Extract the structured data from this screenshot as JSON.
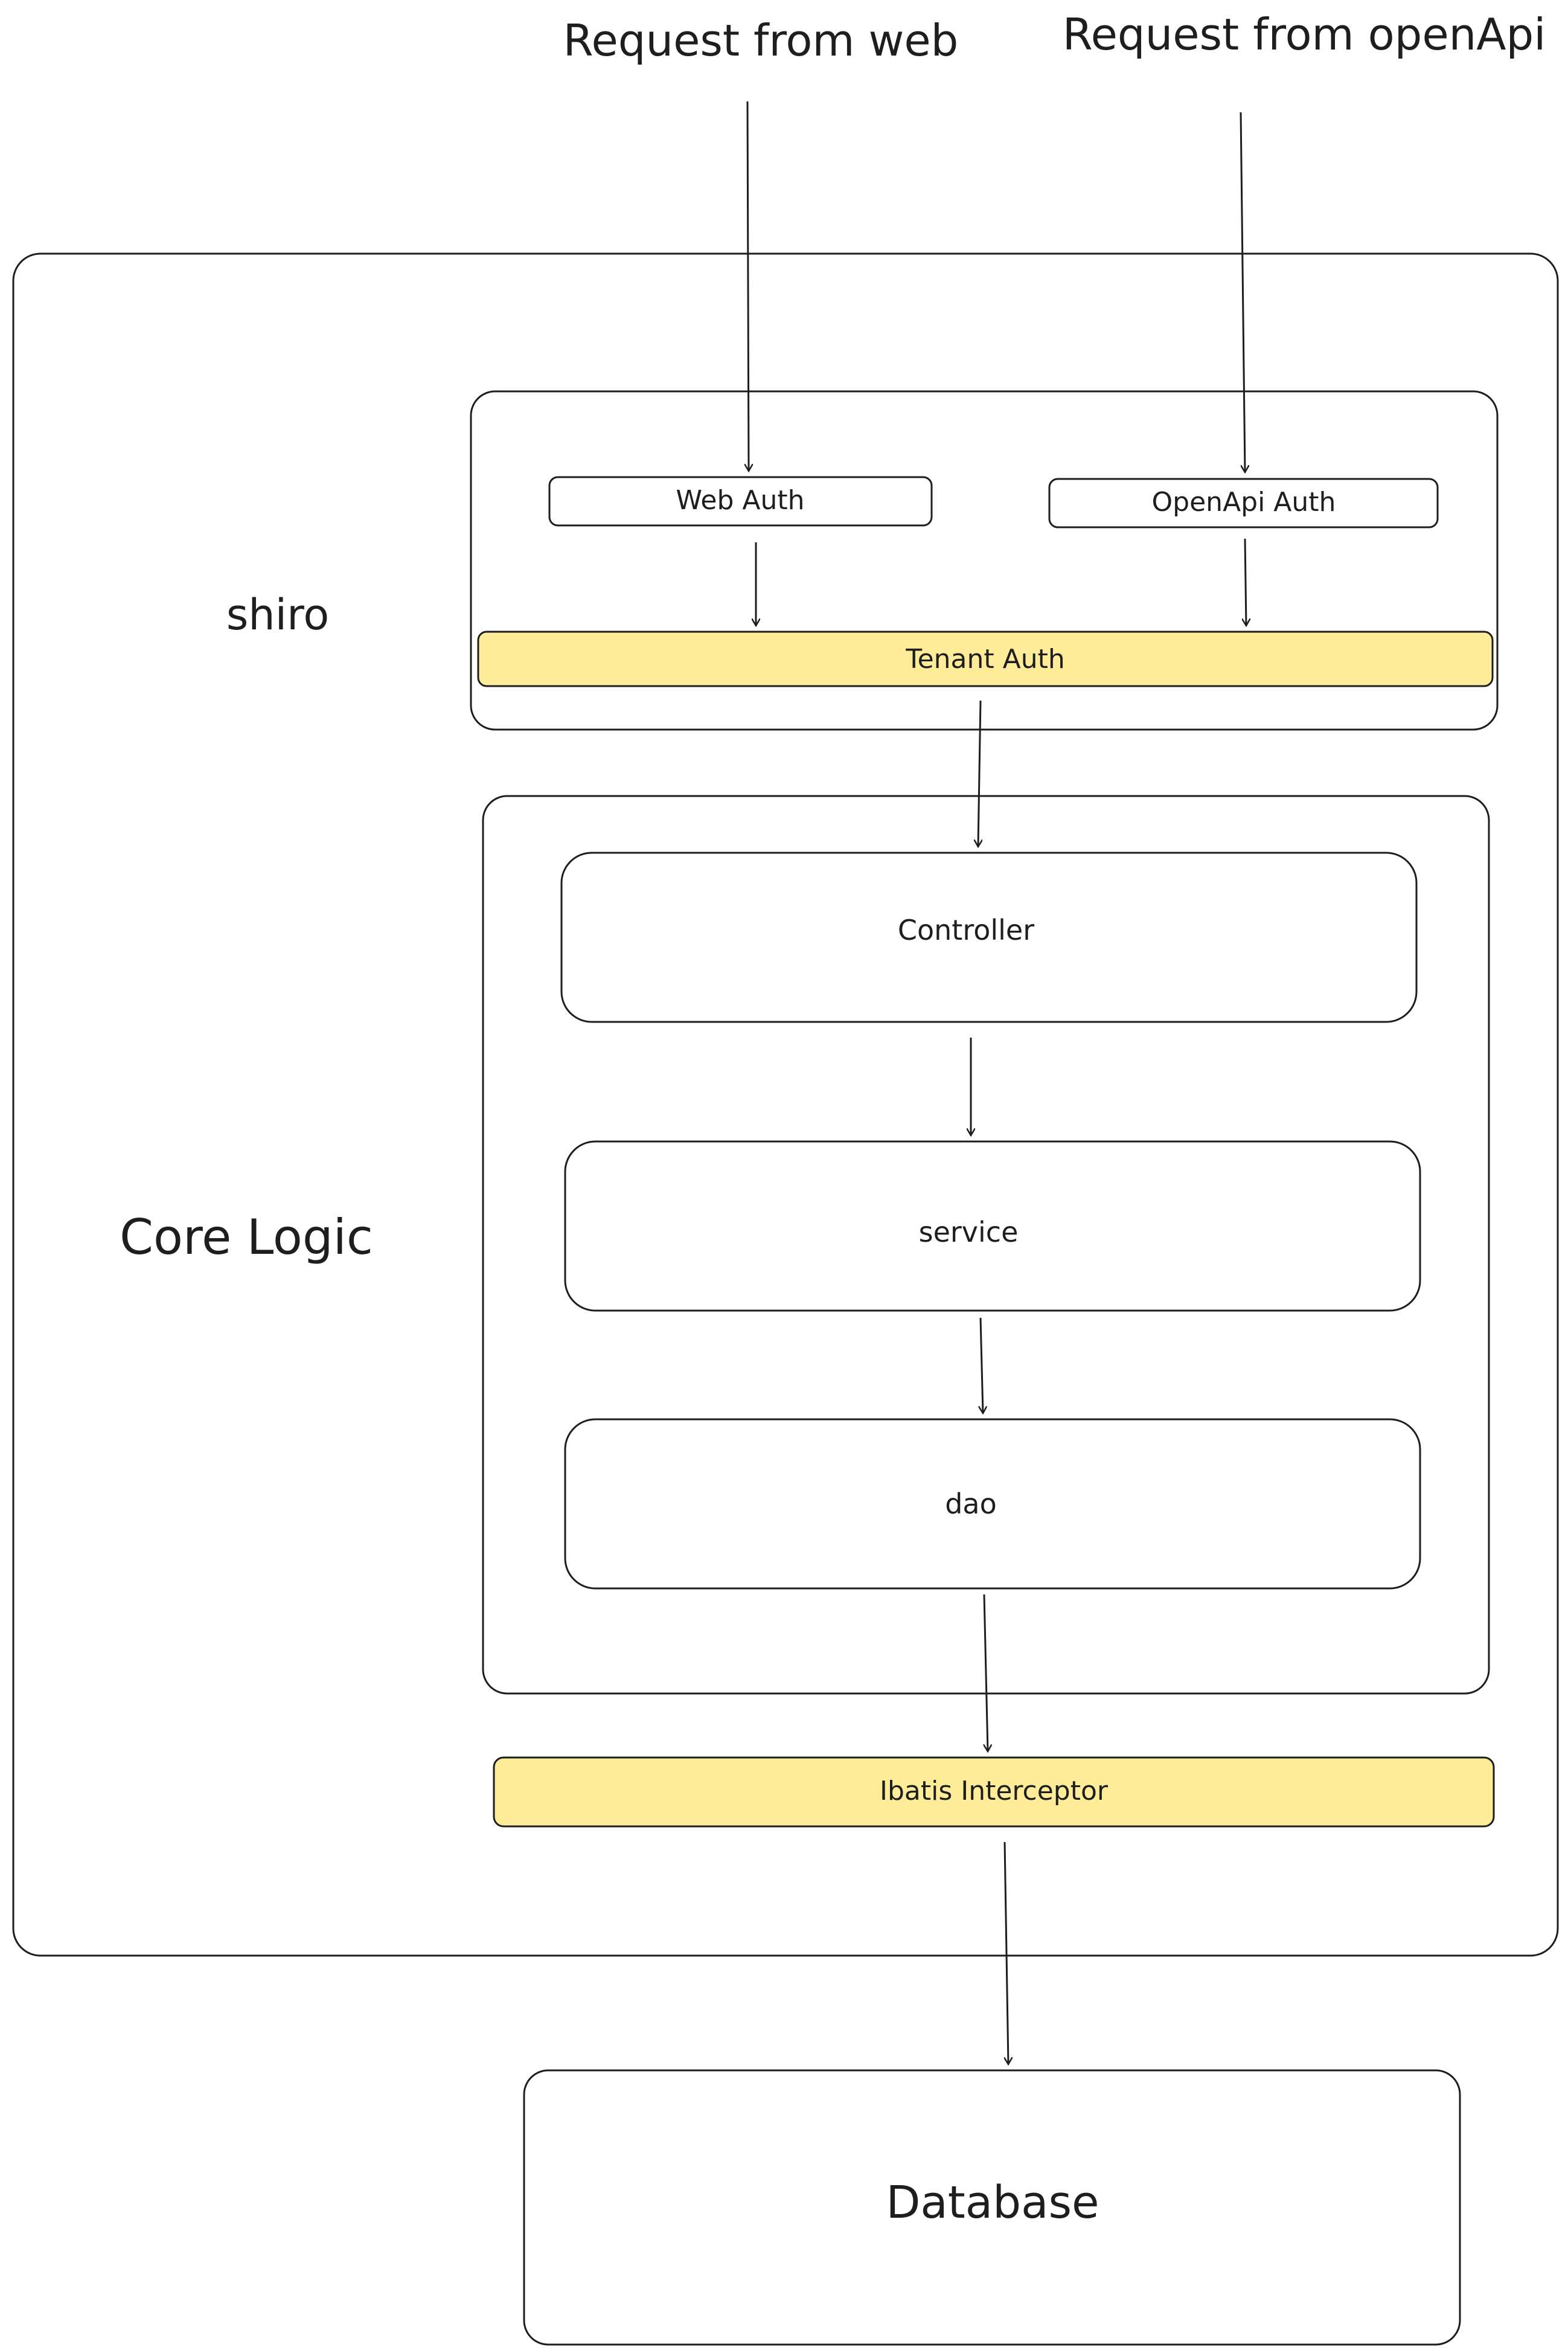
{
  "inputs": {
    "web": "Request from web",
    "openapi": "Request from openApi"
  },
  "layers": {
    "shiro": "shiro",
    "core_logic": "Core Logic"
  },
  "nodes": {
    "web_auth": "Web Auth",
    "openapi_auth": "OpenApi Auth",
    "tenant_auth": "Tenant Auth",
    "controller": "Controller",
    "service": "service",
    "dao": "dao",
    "ibatis_interceptor": "Ibatis Interceptor",
    "database": "Database"
  },
  "colors": {
    "stroke": "#1e1e1e",
    "highlight_fill": "#ffec99",
    "background": "#ffffff"
  }
}
